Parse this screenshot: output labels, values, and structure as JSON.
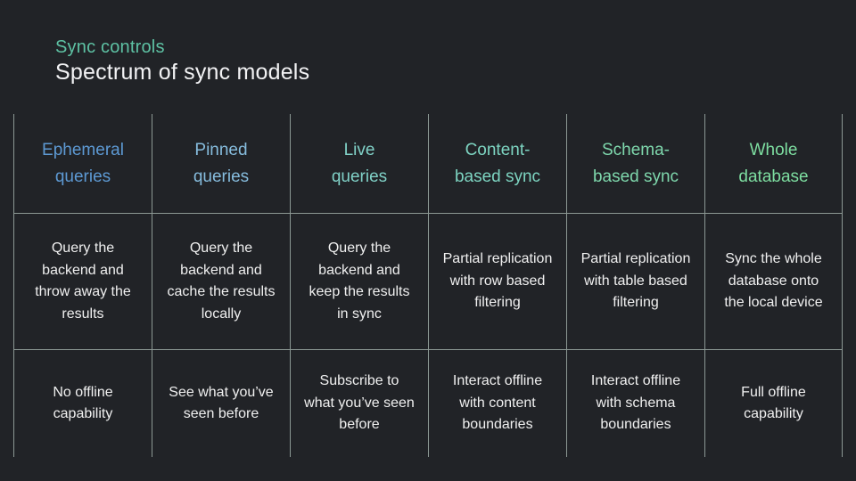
{
  "slide": {
    "eyebrow": "Sync controls",
    "title": "Spectrum of sync models"
  },
  "theme": {
    "background": "#212327",
    "line_color": "#8c9894",
    "eyebrow_color": "#5ec2a4",
    "body_text_color": "#f0f0f0"
  },
  "table": {
    "columns": [
      {
        "header": "Ephemeral\nqueries",
        "color": "#5d99d3",
        "description": "Query the\nbackend and\nthrow away the\nresults",
        "offline": "No offline\ncapability"
      },
      {
        "header": "Pinned\nqueries",
        "color": "#86bcdd",
        "description": "Query the\nbackend and\ncache the results\nlocally",
        "offline": "See what you’ve\nseen before"
      },
      {
        "header": "Live\nqueries",
        "color": "#80d1c7",
        "description": "Query the\nbackend and\nkeep the results\nin sync",
        "offline": "Subscribe to\nwhat you’ve seen\nbefore"
      },
      {
        "header": "Content-\nbased sync",
        "color": "#7dd4c1",
        "description": "Partial replication\nwith row based\nfiltering",
        "offline": "Interact offline\nwith content\nboundaries"
      },
      {
        "header": "Schema-\nbased sync",
        "color": "#7ed7ac",
        "description": "Partial replication\nwith table based\nfiltering",
        "offline": "Interact offline\nwith schema\nboundaries"
      },
      {
        "header": "Whole\ndatabase",
        "color": "#7ddda0",
        "description": "Sync the whole\ndatabase onto\nthe local device",
        "offline": "Full offline\ncapability"
      }
    ]
  }
}
